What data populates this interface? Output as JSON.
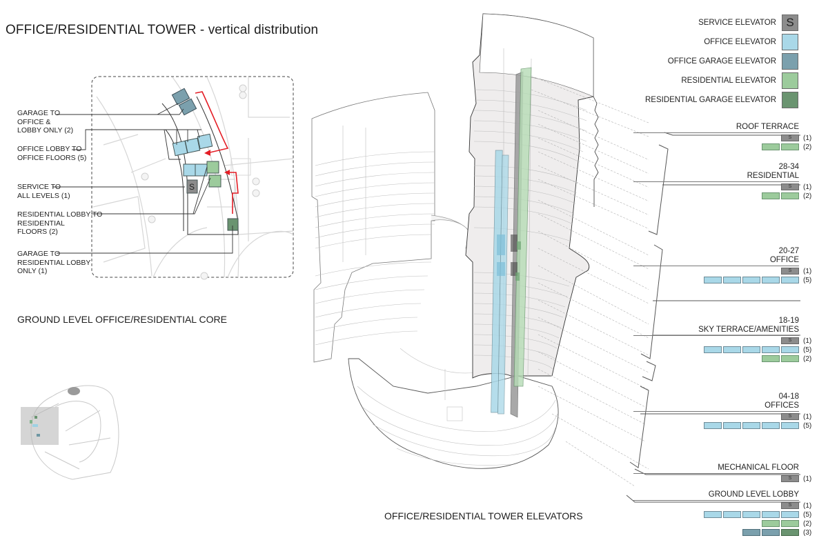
{
  "title": "OFFICE/RESIDENTIAL TOWER - vertical distribution",
  "colors": {
    "service": "#8c8c8c",
    "office": "#a9d8e8",
    "office_garage": "#7ba0ad",
    "residential": "#9ccb9c",
    "residential_garage": "#6a9470",
    "red_arrow": "#e41e26",
    "line": "#333333"
  },
  "legend": [
    {
      "label": "SERVICE ELEVATOR",
      "type": "service",
      "glyph": "S"
    },
    {
      "label": "OFFICE ELEVATOR",
      "type": "office",
      "glyph": ""
    },
    {
      "label": "OFFICE GARAGE ELEVATOR",
      "type": "office_garage",
      "glyph": ""
    },
    {
      "label": "RESIDENTIAL ELEVATOR",
      "type": "residential",
      "glyph": ""
    },
    {
      "label": "RESIDENTIAL GARAGE ELEVATOR",
      "type": "residential_garage",
      "glyph": ""
    }
  ],
  "core_plan": {
    "caption": "GROUND LEVEL OFFICE/RESIDENTIAL CORE",
    "labels": [
      {
        "text": "GARAGE TO\nOFFICE &\nLOBBY ONLY (2)"
      },
      {
        "text": "OFFICE LOBBY TO\nOFFICE FLOORS (5)"
      },
      {
        "text": "SERVICE TO\nALL LEVELS (1)"
      },
      {
        "text": "RESIDENTIAL LOBBY TO\nRESIDENTIAL\nFLOORS (2)"
      },
      {
        "text": "GARAGE TO\nRESIDENTIAL LOBBY\nONLY (1)"
      }
    ],
    "service_glyph": "S"
  },
  "tower": {
    "caption": "OFFICE/RESIDENTIAL TOWER ELEVATORS"
  },
  "levels": [
    {
      "name": "ROOF TERRACE",
      "rows": [
        {
          "type": "service",
          "count": 1,
          "label": "(1)"
        },
        {
          "type": "residential",
          "count": 2,
          "label": "(2)"
        }
      ]
    },
    {
      "name": "28-34\nRESIDENTIAL",
      "rows": [
        {
          "type": "service",
          "count": 1,
          "label": "(1)"
        },
        {
          "type": "residential",
          "count": 2,
          "label": "(2)"
        }
      ]
    },
    {
      "name": "20-27\nOFFICE",
      "rows": [
        {
          "type": "service",
          "count": 1,
          "label": "(1)"
        },
        {
          "type": "office",
          "count": 5,
          "label": "(5)"
        }
      ]
    },
    {
      "name": "18-19\nSKY TERRACE/AMENITIES",
      "rows": [
        {
          "type": "service",
          "count": 1,
          "label": "(1)"
        },
        {
          "type": "office",
          "count": 5,
          "label": "(5)"
        },
        {
          "type": "residential",
          "count": 2,
          "label": "(2)"
        }
      ]
    },
    {
      "name": "04-18\nOFFICES",
      "rows": [
        {
          "type": "service",
          "count": 1,
          "label": "(1)"
        },
        {
          "type": "office",
          "count": 5,
          "label": "(5)"
        }
      ]
    },
    {
      "name": "MECHANICAL FLOOR",
      "rows": [
        {
          "type": "service",
          "count": 1,
          "label": "(1)"
        }
      ]
    },
    {
      "name": "GROUND LEVEL LOBBY",
      "rows": [
        {
          "type": "service",
          "count": 1,
          "label": "(1)"
        },
        {
          "type": "office",
          "count": 5,
          "label": "(5)"
        },
        {
          "type": "residential",
          "count": 2,
          "label": "(2)"
        },
        {
          "type": "mixed_garage",
          "count": 3,
          "label": "(3)",
          "parts": [
            "office_garage",
            "office_garage",
            "residential_garage"
          ]
        }
      ]
    }
  ],
  "service_bar_glyph": "S"
}
